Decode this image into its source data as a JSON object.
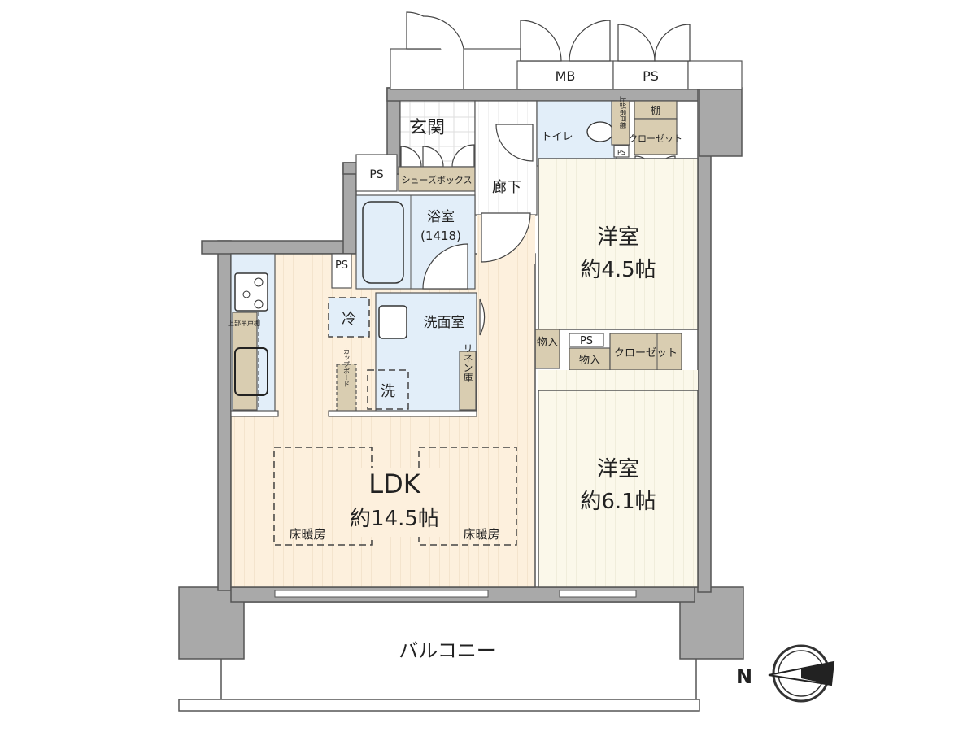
{
  "rooms": {
    "ldk": {
      "name": "LDK",
      "size": "約14.5帖"
    },
    "bedroom1": {
      "name": "洋室",
      "size": "約4.5帖"
    },
    "bedroom2": {
      "name": "洋室",
      "size": "約6.1帖"
    },
    "entrance": "玄関",
    "corridor": "廊下",
    "bathroom": {
      "name": "浴室",
      "size": "(1418)"
    },
    "washroom": "洗面室",
    "toilet": "トイレ",
    "balcony": "バルコニー"
  },
  "fixtures": {
    "shoe_box": "シューズボックス",
    "ps": "PS",
    "mb": "MB",
    "fridge": "冷",
    "washer": "洗",
    "linen": "リネン庫",
    "cupboard": "カップボード",
    "upper_cabinet": "上部吊戸棚",
    "toilet_upper_cabinet": "上部吊戸棚",
    "shelf": "棚",
    "closet": "クローゼット",
    "storage": "物入",
    "floor_heating": "床暖房",
    "compass_north": "N"
  },
  "colors": {
    "wall": "#a9a9a9",
    "ldk_floor": "#fdf0dd",
    "bedroom_floor": "#fbf8ea",
    "wet_area": "#e2eef9",
    "storage": "#d9cdb1"
  }
}
